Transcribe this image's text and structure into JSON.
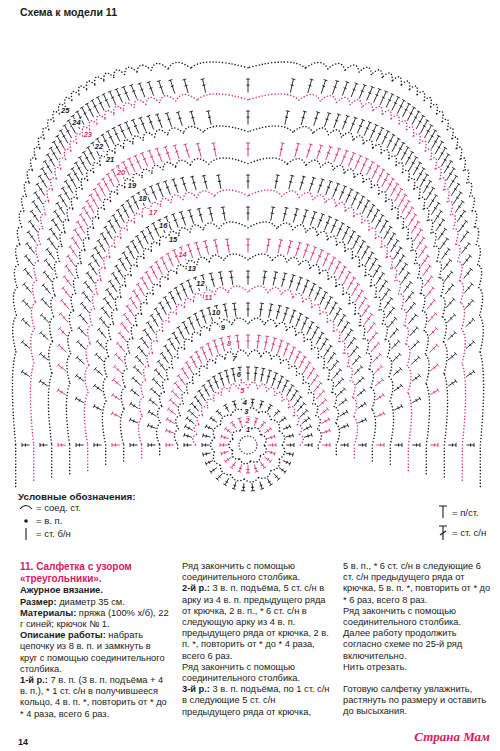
{
  "diagram": {
    "title": "Схема к модели 11",
    "labels": [
      "1",
      "2",
      "3",
      "4",
      "5",
      "6",
      "7",
      "8",
      "9",
      "10",
      "11",
      "12",
      "13",
      "14",
      "15",
      "16",
      "17",
      "18",
      "19",
      "20",
      "21",
      "22",
      "23",
      "24",
      "25",
      "Условные обозначения:",
      "11. Салфетка с узором «треугольники».",
      "Ажурное вязание.",
      "Размер:",
      "диаметр 35 см.",
      "Материалы:",
      "пряжа (100% х/б), 22 г синей; крючок № 1.",
      "Описание работы:",
      "набрать цепочку из 8 в. п. и замкнуть в круг с помощью соединительного столбика.",
      "1-й р.:",
      "7 в. п. (3 в. п. подъёма + 4 в. п.), * 1 ст. с/н в получившееся кольцо, 4 в. п. *, повторить от * до * 4 раза, всего 6 раз.",
      "Ряд закончить с помощью соединительного столбика.",
      "2-й р.:",
      "3 в. п. подъёма, 5 ст. с/н в арку из 4 в. п. предыдущего ряда от крючка, 2 в. п., * 6 ст. с/н в следующую арку из 4 в. п. предыдущего ряда от крючка, 2 в. п. *, повторить от * до * 4 раза, всего 6 раз.",
      "Ряд закончить с помощью соединительного столбика.",
      "3-й р.:",
      "3 в. п. подъёма, по 1 ст. с/н в следующие 5 ст. с/н предыдущего ряда от крючка,",
      "5 в. п., * 6 ст. с/н в следующие 6 ст. с/н предыдущего ряда от крючка, 5 в. п. *, повторить от * до * 6 раз, всего 8 раз.",
      "Ряд закончить с помощью соединительного столбика.",
      "Далее работу продолжить согласно схеме по 25-й ряд включительно.",
      "Нить отрезать.",
      "Готовую салфетку увлажнить, растянуть по размеру и оставить до высыхания.",
      "14",
      "Страна Мам"
    ],
    "legend": [
      {
        "text": "= соед. ст."
      },
      {
        "text": "= в. п."
      },
      {
        "text": "= ст. б/н"
      },
      {
        "text": "= п/ст."
      },
      {
        "text": "= ст. с/н"
      }
    ]
  }
}
